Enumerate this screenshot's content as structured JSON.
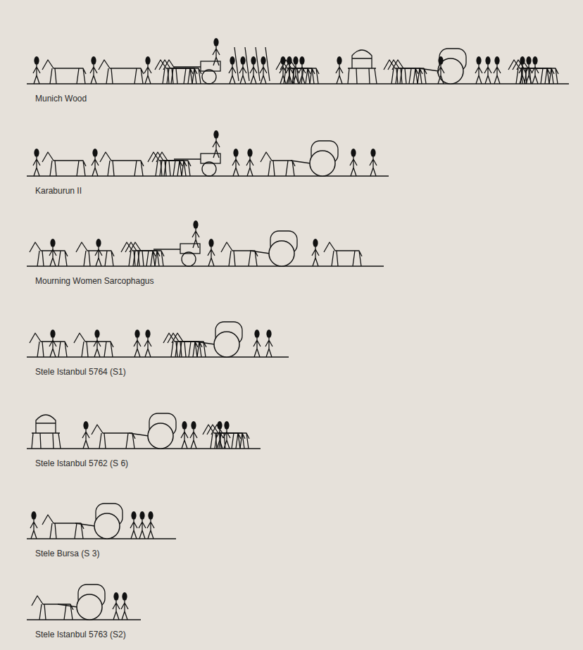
{
  "diagram": {
    "labels": [
      "Munich Wood",
      "Karaburun II",
      "Mourning Women Sarcophagus",
      "Stele Istanbul 5764 (S1)",
      "Stele Istanbul 5762 (S 6)",
      "Stele Bursa (S 3)",
      "Stele Istanbul 5763 (S2)"
    ]
  }
}
